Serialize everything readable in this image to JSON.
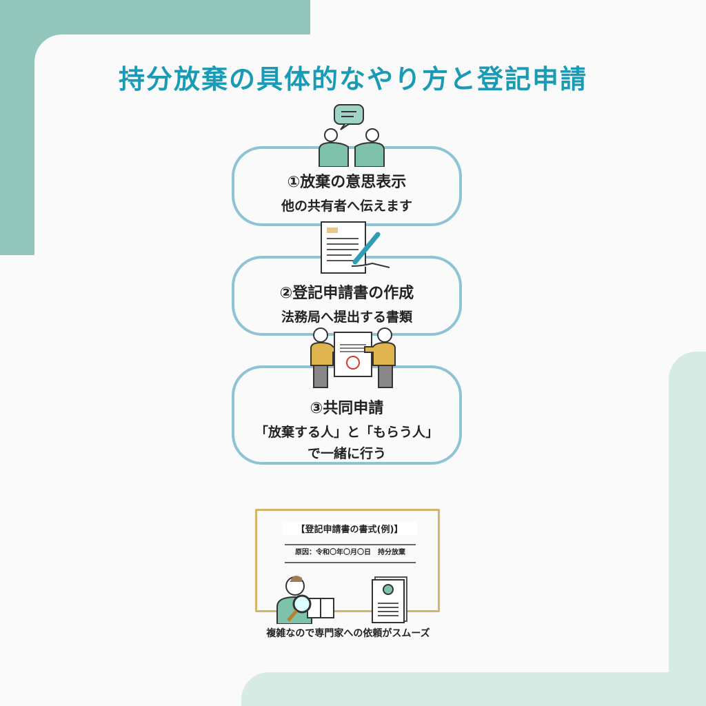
{
  "title": "持分放棄の具体的なやり方と登記申請",
  "steps": [
    {
      "heading": "①放棄の意思表示",
      "lines": [
        "他の共有者へ伝えます"
      ]
    },
    {
      "heading": "②登記申請書の作成",
      "lines": [
        "法務局へ提出する書類"
      ]
    },
    {
      "heading": "③共同申請",
      "lines": [
        "「放棄する人」と「もらう人」",
        "で一緒に行う"
      ]
    }
  ],
  "sample": {
    "title": "【登記申請書の書式(例)】",
    "reason": "原因：令和〇年〇月〇日　持分放棄"
  },
  "caption": "複雑なので専門家への依頼がスムーズ",
  "colors": {
    "accent": "#1a9bb5",
    "box_border": "#8ec3d6",
    "corner": "#93c6bb",
    "corner_light": "#d6ebe4",
    "frame": "#d6b56a"
  }
}
